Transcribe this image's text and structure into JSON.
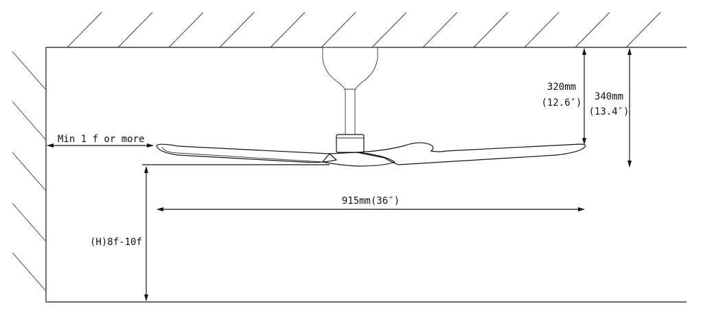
{
  "labels": {
    "min_clearance": "Min 1 f or more",
    "height": "(H)8f-10f",
    "span": "915mm(36″)",
    "drop_320_mm": "320mm",
    "drop_320_in": "(12.6″)",
    "drop_340_mm": "340mm",
    "drop_340_in": "(13.4″)"
  }
}
